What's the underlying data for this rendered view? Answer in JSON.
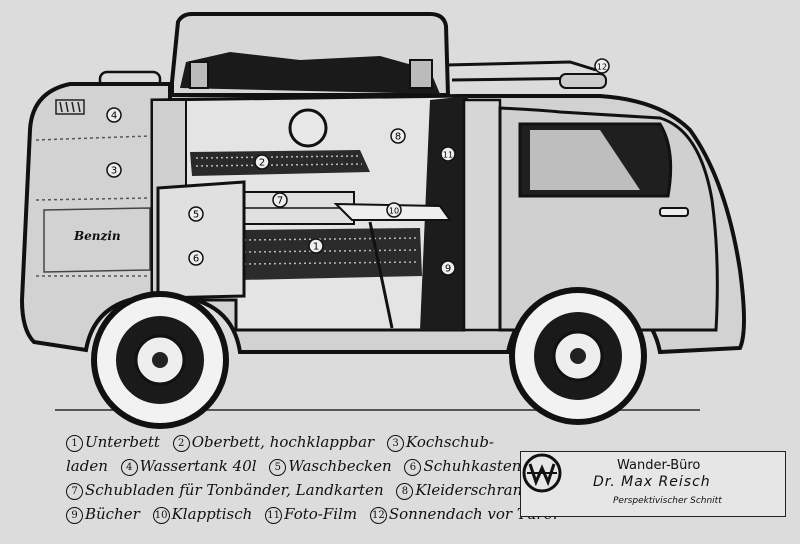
{
  "vehicle": {
    "fuel_tank_label": "Benzin"
  },
  "legend": {
    "items": [
      {
        "num": "1",
        "text": "Unterbett"
      },
      {
        "num": "2",
        "text": "Oberbett, hochklappbar"
      },
      {
        "num": "3",
        "text": "Kochschub-"
      },
      {
        "num": "3",
        "text_cont": "laden"
      },
      {
        "num": "4",
        "text": "Wassertank 40l"
      },
      {
        "num": "5",
        "text": "Waschbecken"
      },
      {
        "num": "6",
        "text": "Schuhkasten"
      },
      {
        "num": "7",
        "text": "Schubladen für Tonbänder, Landkarten"
      },
      {
        "num": "8",
        "text": "Kleiderschrank"
      },
      {
        "num": "9",
        "text": "Bücher"
      },
      {
        "num": "10",
        "text": "Klapptisch"
      },
      {
        "num": "11",
        "text": "Foto-Film"
      },
      {
        "num": "12",
        "text": "Sonnendach vor Türe."
      }
    ]
  },
  "caption_box": {
    "line1": "Wander-Büro",
    "line2": "Dr. Max Reisch",
    "line3": "Perspektivischer Schnitt"
  },
  "callouts": [
    "1",
    "2",
    "3",
    "4",
    "5",
    "6",
    "7",
    "8",
    "9",
    "10",
    "11",
    "12"
  ]
}
